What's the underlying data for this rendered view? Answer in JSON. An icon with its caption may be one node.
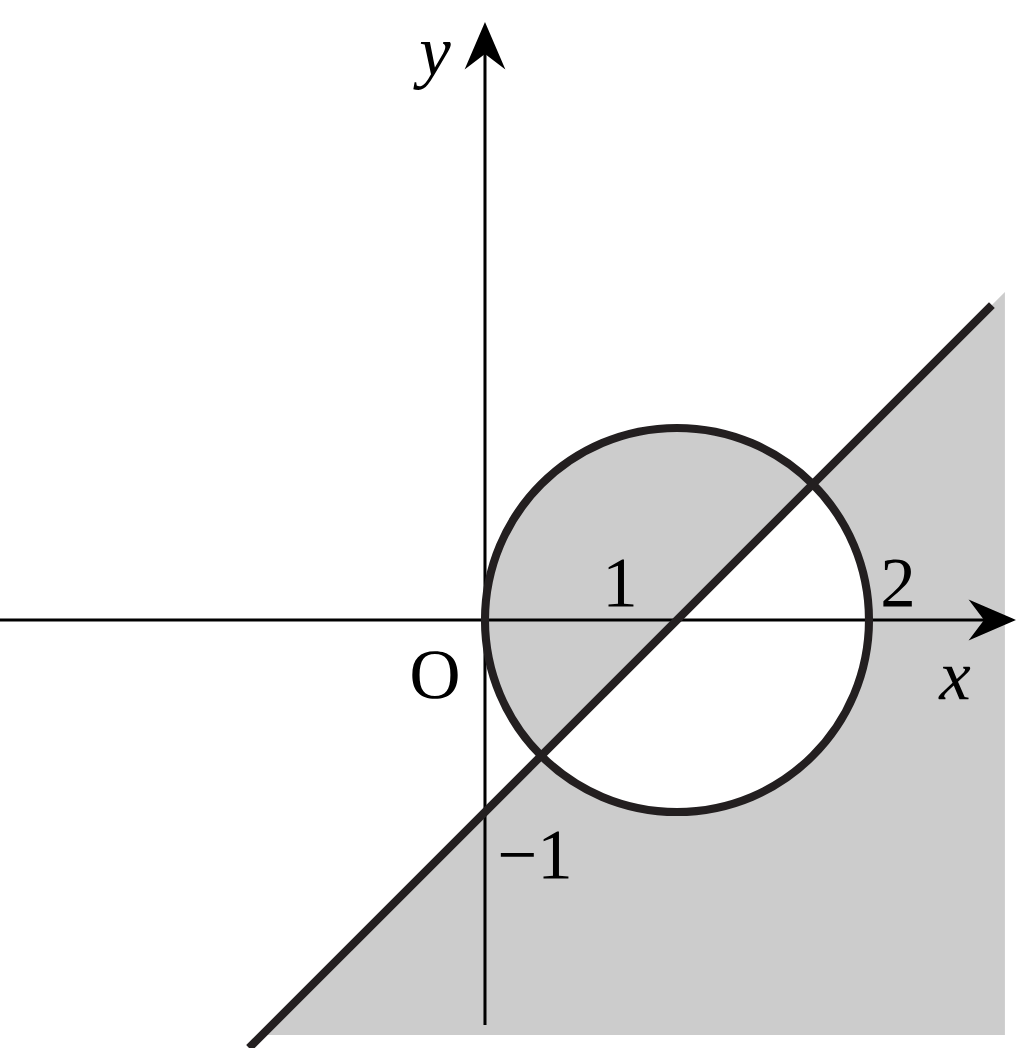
{
  "diagram": {
    "labels": [
      "y",
      "x",
      "O",
      "1",
      "2",
      "−1"
    ]
  }
}
